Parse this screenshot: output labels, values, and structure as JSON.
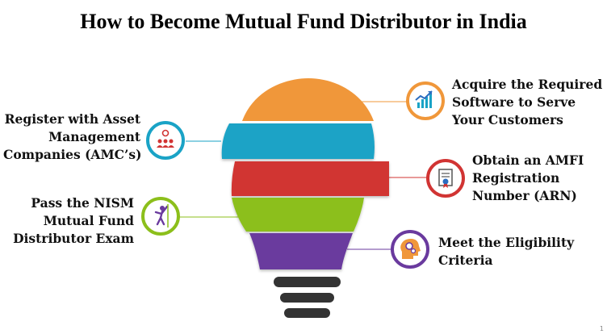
{
  "title": "How to Become Mutual Fund Distributor in India",
  "steps": [
    {
      "id": "software",
      "lines": [
        "Acquire the Required",
        "Software to Serve",
        "Your Customers"
      ],
      "icon": "growth-chart-icon",
      "color": "#f0973a"
    },
    {
      "id": "amc",
      "lines": [
        "Register with Asset",
        "Management",
        "Companies (AMC’s)"
      ],
      "icon": "people-network-icon",
      "color": "#1aa3c6"
    },
    {
      "id": "arn",
      "lines": [
        "Obtain an AMFI",
        "Registration",
        "Number (ARN)"
      ],
      "icon": "certificate-icon",
      "color": "#d13433"
    },
    {
      "id": "nism",
      "lines": [
        "Pass the NISM",
        "Mutual Fund",
        "Distributor Exam"
      ],
      "icon": "climbing-person-icon",
      "color": "#8cbf1b"
    },
    {
      "id": "eligibility",
      "lines": [
        "Meet the Eligibility",
        "Criteria"
      ],
      "icon": "head-gears-icon",
      "color": "#6a3a9e"
    }
  ],
  "colors": {
    "base": "#333333"
  },
  "page_number": "1"
}
